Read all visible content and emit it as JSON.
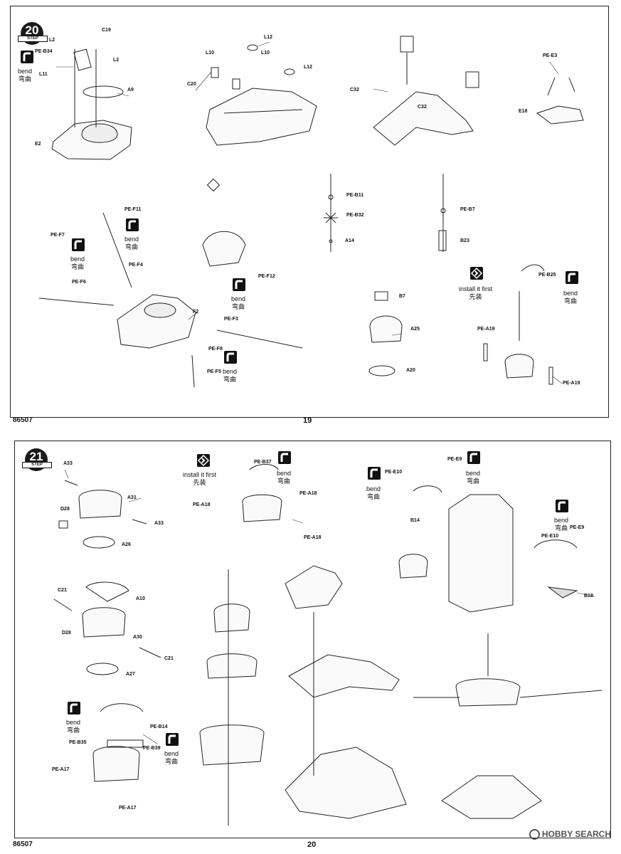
{
  "pages": [
    {
      "code": "86507",
      "number": "19",
      "step": "20",
      "step_word": "STEP",
      "labels": [
        "L2",
        "C19",
        "PE-B34",
        "L2",
        "L11",
        "A9",
        "E2",
        "L12",
        "L10",
        "L10",
        "C20",
        "L12",
        "C32",
        "C32",
        "PE-E3",
        "E18",
        "PE-F11",
        "PE-F7",
        "PE-F4",
        "PE-F6",
        "F2",
        "PE-B11",
        "PE-B32",
        "A14",
        "PE-B7",
        "B23",
        "PE-F12",
        "PE-F3",
        "PE-F8",
        "PE-F5",
        "B7",
        "A25",
        "A20",
        "PE-B25",
        "PE-A19",
        "PE-A19"
      ],
      "bend_notes": [
        {
          "en": "bend",
          "zh": "弯曲"
        },
        {
          "en": "bend",
          "zh": "弯曲"
        },
        {
          "en": "bend",
          "zh": "弯曲"
        },
        {
          "en": "bend",
          "zh": "弯曲"
        },
        {
          "en": "bend",
          "zh": "弯曲"
        },
        {
          "en": "bend",
          "zh": "弯曲"
        }
      ],
      "install_note": {
        "en": "install it first",
        "zh": "先装"
      }
    },
    {
      "code": "86507",
      "number": "20",
      "step": "21",
      "step_word": "STEP",
      "labels": [
        "A33",
        "A31",
        "D28",
        "A33",
        "A26",
        "C21",
        "A10",
        "D28",
        "A30",
        "C21",
        "A27",
        "PE-B37",
        "PE-A18",
        "PE-A18",
        "PE-A18",
        "PE-E10",
        "PE-E9",
        "B14",
        "PE-E10",
        "PE-E9",
        "B18",
        "PE-B14",
        "PE-B35",
        "PE-B39",
        "PE-A17",
        "PE-A17"
      ],
      "bend_notes": [
        {
          "en": "bend",
          "zh": "弯曲"
        },
        {
          "en": "bend",
          "zh": "弯曲"
        },
        {
          "en": "bend",
          "zh": "弯曲"
        },
        {
          "en": "bend",
          "zh": "弯曲"
        },
        {
          "en": "bend",
          "zh": "弯曲"
        },
        {
          "en": "bend",
          "zh": "弯曲"
        }
      ],
      "install_note": {
        "en": "install it first",
        "zh": "先装"
      }
    }
  ],
  "watermark": "HOBBY SEARCH"
}
